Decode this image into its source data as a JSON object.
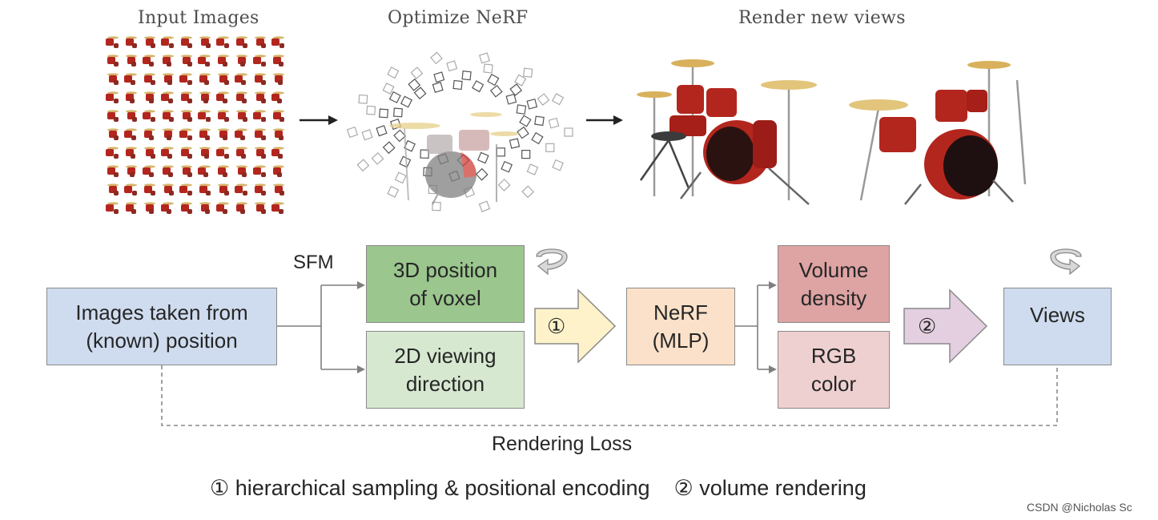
{
  "headers": {
    "input_images": "Input Images",
    "optimize_nerf": "Optimize NeRF",
    "render_new_views": "Render new views"
  },
  "boxes": {
    "images": "Images taken from\n(known) position",
    "position": "3D position\nof voxel",
    "direction": "2D viewing\ndirection",
    "nerf": "NeRF\n(MLP)",
    "density": "Volume\ndensity",
    "rgb": "RGB\ncolor",
    "views": "Views"
  },
  "labels": {
    "sfm": "SFM",
    "step1": "①",
    "step2": "②",
    "rendering_loss": "Rendering Loss",
    "legend": "① hierarchical sampling & positional encoding    ② volume rendering",
    "watermark": "CSDN @Nicholas Sc"
  },
  "colors": {
    "box_blue": "#cfdcef",
    "box_green_dark": "#9bc68e",
    "box_green_light": "#d7e8d1",
    "box_orange": "#fbe1c9",
    "box_red_dark": "#dea3a3",
    "box_red_light": "#efd0d0",
    "arrow_yellow": "#fdf2c9",
    "arrow_purple": "#e3cfe0",
    "drum_red": "#b3261e"
  },
  "icons": [
    "rotate-icon",
    "rotate-icon"
  ]
}
